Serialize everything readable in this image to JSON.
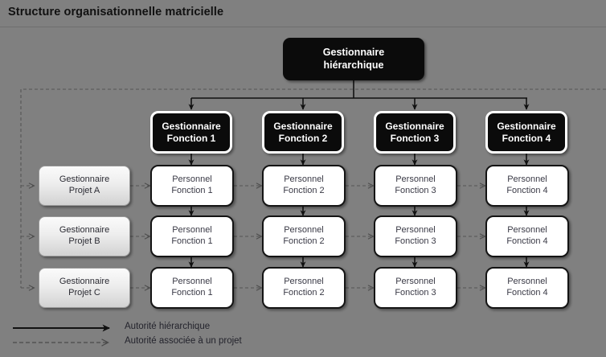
{
  "title": "Structure organisationnelle matricielle",
  "root": {
    "line1": "Gestionnaire",
    "line2": "hiérarchique"
  },
  "function_managers": [
    {
      "line1": "Gestionnaire",
      "line2": "Fonction 1"
    },
    {
      "line1": "Gestionnaire",
      "line2": "Fonction 2"
    },
    {
      "line1": "Gestionnaire",
      "line2": "Fonction 3"
    },
    {
      "line1": "Gestionnaire",
      "line2": "Fonction 4"
    }
  ],
  "project_managers": [
    {
      "line1": "Gestionnaire",
      "line2": "Projet A"
    },
    {
      "line1": "Gestionnaire",
      "line2": "Projet B"
    },
    {
      "line1": "Gestionnaire",
      "line2": "Projet C"
    }
  ],
  "personnel": [
    [
      {
        "line1": "Personnel",
        "line2": "Fonction 1"
      },
      {
        "line1": "Personnel",
        "line2": "Fonction 2"
      },
      {
        "line1": "Personnel",
        "line2": "Fonction 3"
      },
      {
        "line1": "Personnel",
        "line2": "Fonction 4"
      }
    ],
    [
      {
        "line1": "Personnel",
        "line2": "Fonction 1"
      },
      {
        "line1": "Personnel",
        "line2": "Fonction 2"
      },
      {
        "line1": "Personnel",
        "line2": "Fonction 3"
      },
      {
        "line1": "Personnel",
        "line2": "Fonction 4"
      }
    ],
    [
      {
        "line1": "Personnel",
        "line2": "Fonction 1"
      },
      {
        "line1": "Personnel",
        "line2": "Fonction 2"
      },
      {
        "line1": "Personnel",
        "line2": "Fonction 3"
      },
      {
        "line1": "Personnel",
        "line2": "Fonction 4"
      }
    ]
  ],
  "legend": {
    "hierarchical": "Autorité hiérarchique",
    "project": "Autorité associée à un projet"
  },
  "colors": {
    "background": "#808080",
    "node_dark": "#0b0b0b",
    "node_dark_text": "#ffffff",
    "node_light_text": "#3a3a46",
    "personnel_fill": "#ffffff",
    "personnel_border": "#141414",
    "solid_arrow": "#111111",
    "dashed_arrow": "#545454",
    "title_text": "#111111"
  }
}
